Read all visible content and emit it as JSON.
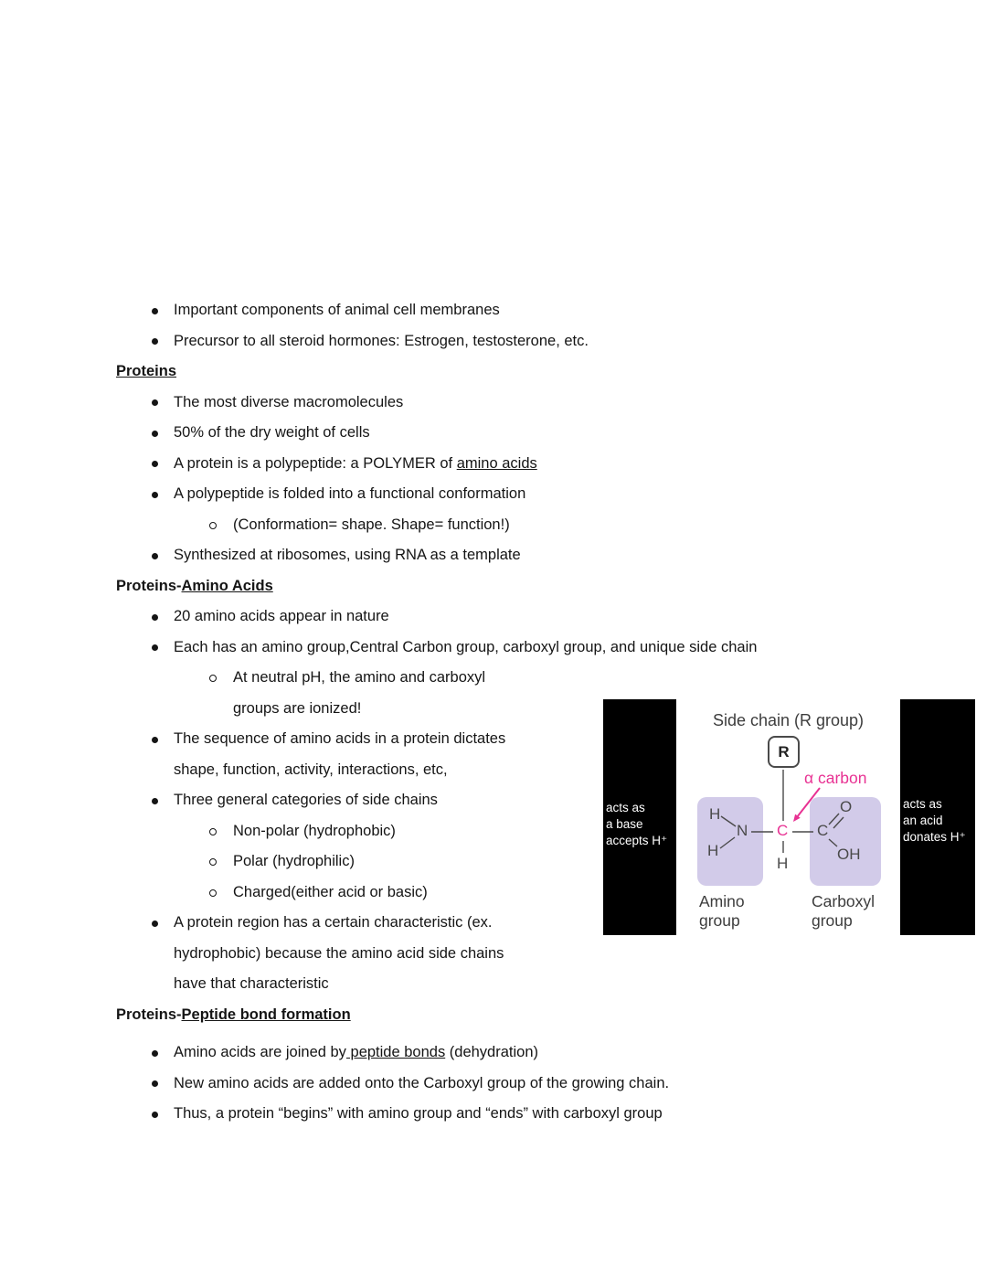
{
  "colors": {
    "accent_pink": "#e83293",
    "group_box_purple": "#d2cbe9",
    "panel_black": "#000000"
  },
  "notes": {
    "intro_bullets": [
      "Important components of animal cell membranes",
      "Precursor to all steroid hormones: Estrogen, testosterone, etc."
    ],
    "proteins_heading": "Proteins",
    "proteins": {
      "diverse": "The most diverse macromolecules",
      "dry_weight": "50% of the dry weight of cells",
      "polypeptide_pre": "A protein is a polypeptide: a POLYMER of ",
      "polypeptide_u": "amino acids",
      "folded": "A polypeptide is folded into a functional conformation",
      "conformation_note": "(Conformation= shape. Shape= function!)",
      "ribosomes": "Synthesized at ribosomes, using RNA as a template"
    },
    "amino_heading_pre": "Proteins-",
    "amino_heading_u": "Amino Acids",
    "amino": {
      "twenty": "20 amino acids appear in nature",
      "each_has": "Each has an amino group,Central Carbon group,  carboxyl group, and unique side chain",
      "neutral_ph_lines": [
        "At neutral pH, the amino and carboxyl",
        "groups are ionized!"
      ],
      "sequence_lines": [
        "The sequence of amino acids in a protein dictates",
        "shape, function, activity, interactions, etc,"
      ],
      "categories": "Three general categories of side chains",
      "nonpolar": "Non-polar (hydrophobic)",
      "polar": "Polar (hydrophilic)",
      "charged": "Charged(either acid or basic)",
      "region_lines": [
        "A protein region has a certain characteristic (ex.",
        "hydrophobic) because the amino acid side chains",
        "have that characteristic"
      ]
    },
    "peptide_heading_pre": "Proteins-",
    "peptide_heading_u": "Peptide bond formation",
    "peptide": {
      "joined_pre": "Amino acids are joined by",
      "joined_u": " peptide bonds",
      "joined_post": " (dehydration)",
      "added": "New amino acids are added onto the Carboxyl group of the growing chain.",
      "thus": "Thus, a protein “begins” with amino group and “ends” with carboxyl group"
    }
  },
  "diagram": {
    "side_chain_label": "Side chain (R group)",
    "r_symbol": "R",
    "alpha_carbon_label": "α carbon",
    "left_note": [
      "acts as",
      "a base",
      "accepts H⁺"
    ],
    "right_note": [
      "acts as",
      "an acid",
      "donates H⁺"
    ],
    "atoms": {
      "h_top": "H",
      "n": "N",
      "h_bottom": "H",
      "c_alpha": "C",
      "h_below": "H",
      "c_carboxyl": "C",
      "o": "O",
      "oh": "OH"
    },
    "amino_label_1": "Amino",
    "amino_label_2": "group",
    "carboxyl_label_1": "Carboxyl",
    "carboxyl_label_2": "group"
  }
}
